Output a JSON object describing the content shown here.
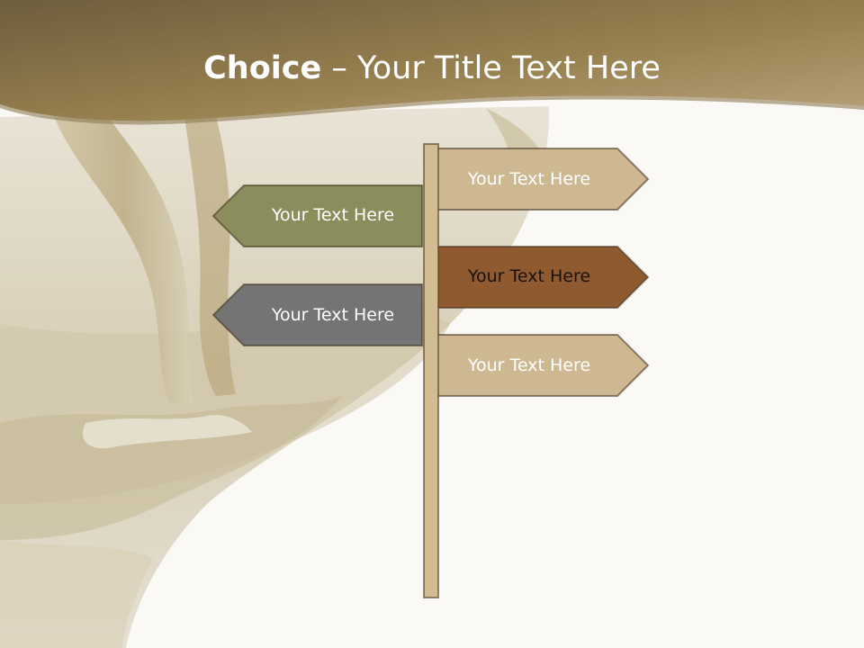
{
  "slide": {
    "title_bold": "Choice",
    "title_rest": " – Your Title Text Here"
  },
  "signpost": {
    "signs": [
      {
        "label": "Your Text Here",
        "direction": "right",
        "color": "#cdb891",
        "text_color": "#ffffff"
      },
      {
        "label": "Your Text Here",
        "direction": "left",
        "color": "#8a8d5c",
        "text_color": "#ffffff"
      },
      {
        "label": "Your Text Here",
        "direction": "right",
        "color": "#8f5a30",
        "text_color": "#1a1208"
      },
      {
        "label": "Your Text Here",
        "direction": "left",
        "color": "#747474",
        "text_color": "#ffffff"
      },
      {
        "label": "Your Text Here",
        "direction": "right",
        "color": "#cdb891",
        "text_color": "#ffffff"
      }
    ],
    "post_color": "#d2bc92"
  },
  "theme": {
    "header_dark": "#7a6845",
    "header_light": "#b49e72",
    "background": "#faf9f6"
  }
}
